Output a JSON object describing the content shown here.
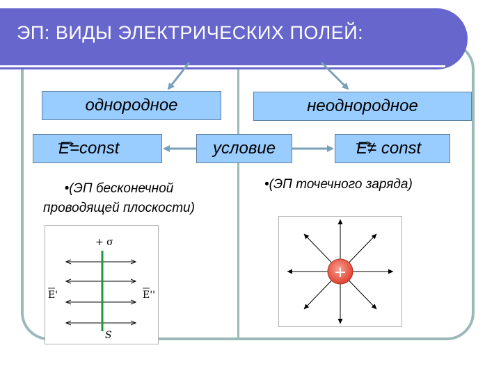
{
  "title": "ЭП: ВИДЫ  ЭЛЕКТРИЧЕСКИХ ПОЛЕЙ:",
  "boxes": {
    "homogeneous": "однородное",
    "inhomogeneous": "неоднородное",
    "e_const": "E=const",
    "condition": "условие",
    "e_not_const": "E≠ const"
  },
  "notes": {
    "left_line1": "•(ЭП бесконечной",
    "left_line2": "проводящей плоскости)",
    "right": "•(ЭП точечного заряда)"
  },
  "figure_plane": {
    "sigma_label": "+ σ",
    "left_label": "E'",
    "right_label": "E''",
    "surface_label": "S"
  },
  "figure_point": {
    "charge_sign": "+"
  },
  "colors": {
    "title_bg": "#6666cc",
    "box_bg": "#99ccff",
    "frame": "#9cb9b9",
    "plane": "#1a9a3a",
    "charge": "#e85a4a"
  }
}
